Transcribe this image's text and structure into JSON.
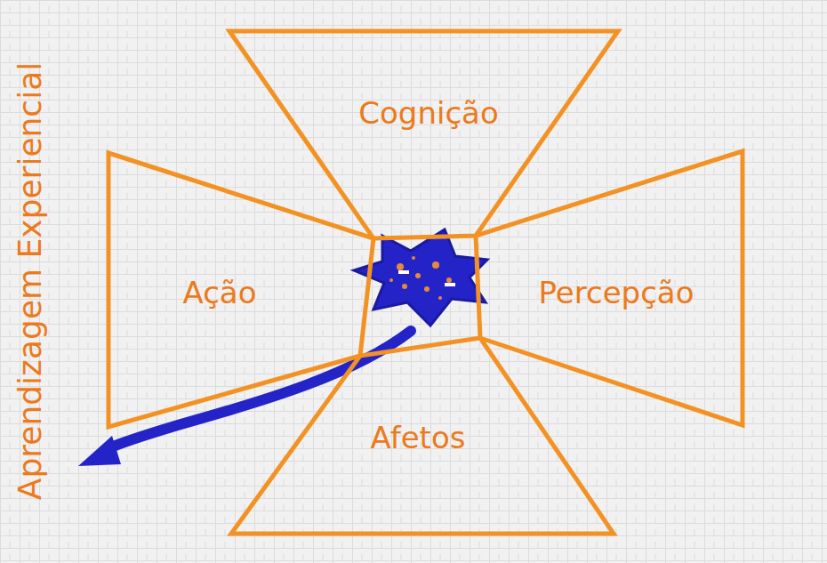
{
  "diagram": {
    "nodes": [
      {
        "text": [
          "Cognição"
        ]
      },
      {
        "text": [
          "Ação"
        ]
      },
      {
        "text": [
          "Percepção"
        ]
      },
      {
        "text": [
          "Afetos"
        ]
      }
    ],
    "labels": [
      "Aprendizagem Experiencial"
    ]
  }
}
